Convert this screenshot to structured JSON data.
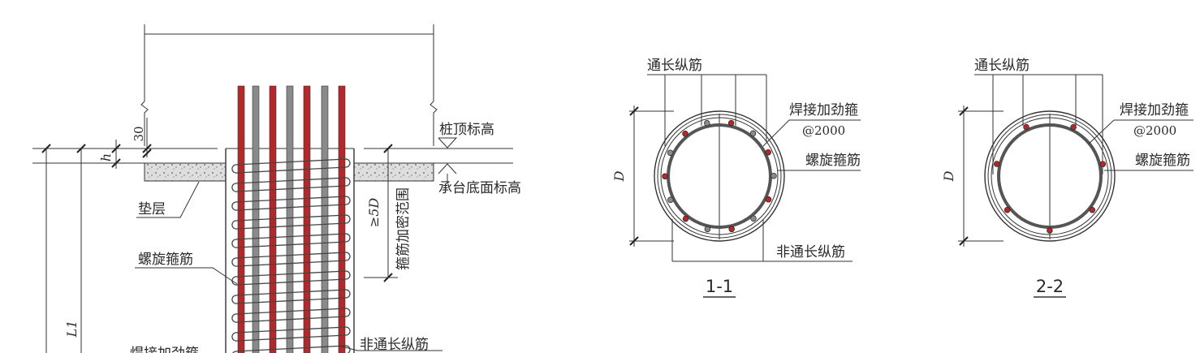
{
  "colors": {
    "rebar_red": "#b3292b",
    "rebar_gray": "#8a8a8a",
    "line": "#333333",
    "concrete_fill": "#d9d9d9"
  },
  "elevation": {
    "dim_30": "30",
    "dim_h": "h",
    "dim_L1": "L1",
    "dim_5D": "≥5D",
    "densify_range": "箍筋加密范围",
    "pile_top_elev": "桩顶标高",
    "cap_bottom_elev": "承台底面标高",
    "cushion": "垫层",
    "spiral_stirrup": "螺旋箍筋",
    "non_through_bar": "非通长纵筋",
    "weld_hoop_cut": "焊接加劲箍"
  },
  "section_1": {
    "title": "1-1",
    "through_bar": "通长纵筋",
    "weld_hoop": "焊接加劲箍",
    "weld_spacing": "@2000",
    "spiral": "螺旋箍筋",
    "non_through": "非通长纵筋",
    "dim_D": "D"
  },
  "section_2": {
    "title": "2-2",
    "through_bar": "通长纵筋",
    "weld_hoop": "焊接加劲箍",
    "weld_spacing": "@2000",
    "spiral": "螺旋箍筋",
    "dim_D": "D"
  }
}
